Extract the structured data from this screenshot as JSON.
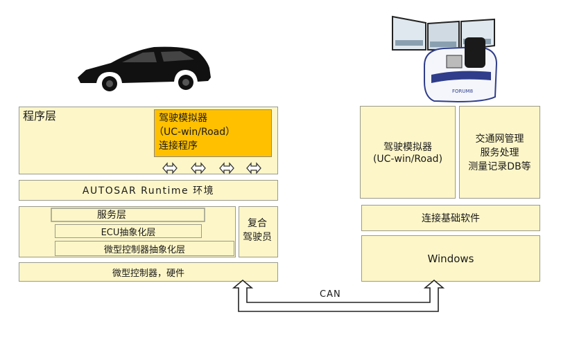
{
  "left_stack": {
    "program_layer": "程序层",
    "sim_box": {
      "line1": "驾驶模拟器",
      "line2": "（UC-win/Road）",
      "line3": "连接程序"
    },
    "runtime": "AUTOSAR Runtime 环境",
    "service_layer": "服务层",
    "ecu_layer": "ECU抽象化层",
    "mcu_layer": "微型控制器抽象化层",
    "composite": {
      "line1": "复合",
      "line2": "驾驶员"
    },
    "hardware": "微型控制器，硬件"
  },
  "right_stack": {
    "sim": {
      "line1": "驾驶模拟器",
      "line2": "(UC-win/Road)"
    },
    "traffic": {
      "line1": "交通网管理",
      "line2": "服务处理",
      "line3": "测量记录DB等"
    },
    "connect_sw": "连接基础软件",
    "windows": "Windows"
  },
  "link": {
    "label": "CAN"
  },
  "icons": [
    "car-silhouette-icon",
    "driving-simulator-cockpit-icon",
    "bidirectional-arrow-icon"
  ],
  "colors": {
    "panel": "#fdf6c8",
    "highlight": "#ffc000",
    "border": "#9a9a8a"
  }
}
